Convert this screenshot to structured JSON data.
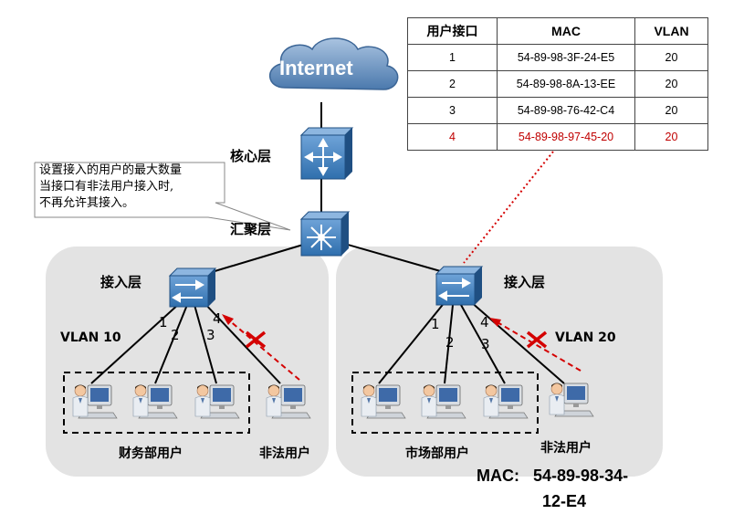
{
  "cloud_label": "Internet",
  "layers": {
    "core": "核心层",
    "aggregation": "汇聚层",
    "access": "接入层"
  },
  "callout": {
    "lines": [
      "设置接入的用户的最大数量",
      "当接口有非法用户接入时,",
      "不再允许其接入。"
    ]
  },
  "left_zone": {
    "vlan": "VLAN 10",
    "group_label": "财务部用户",
    "illegal_label": "非法用户",
    "ports": [
      "1",
      "2",
      "3",
      "4"
    ]
  },
  "right_zone": {
    "vlan": "VLAN 20",
    "group_label": "市场部用户",
    "illegal_label": "非法用户",
    "ports": [
      "1",
      "2",
      "3",
      "4"
    ]
  },
  "illegal_mac": {
    "label": "MAC:",
    "line1": "54-89-98-34-",
    "line2": "12-E4"
  },
  "table": {
    "headers": [
      "用户接口",
      "MAC",
      "VLAN"
    ],
    "rows": [
      [
        "1",
        "54-89-98-3F-24-E5",
        "20"
      ],
      [
        "2",
        "54-89-98-8A-13-EE",
        "20"
      ],
      [
        "3",
        "54-89-98-76-42-C4",
        "20"
      ],
      [
        "4",
        "54-89-98-97-45-20",
        "20"
      ]
    ],
    "highlight_row": 3
  },
  "colors": {
    "zone_fill": "#e3e3e3",
    "device_blue": "#2f6fad",
    "blocked_red": "#d40000",
    "highlight_text": "#c00000"
  }
}
